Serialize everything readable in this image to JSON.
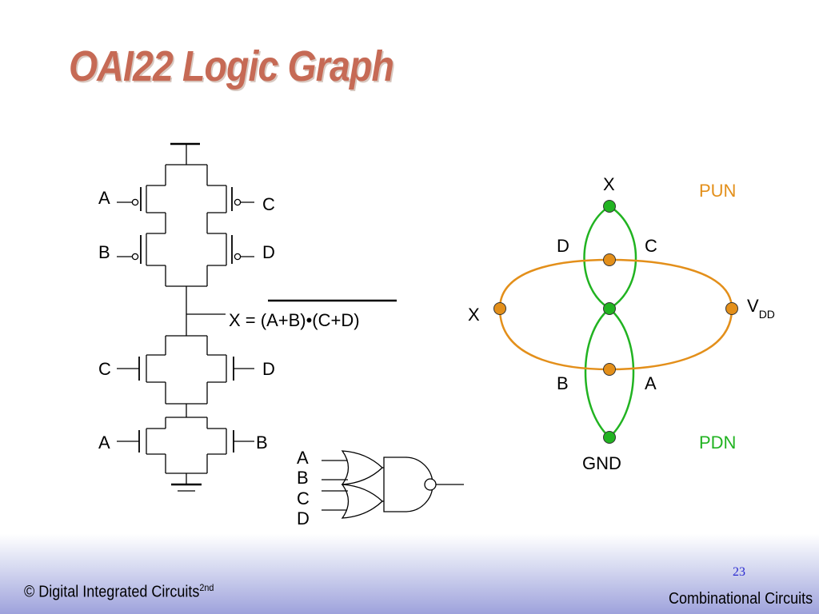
{
  "slide": {
    "title": "OAI22 Logic Graph",
    "footer": {
      "copyright": "© Digital Integrated Circuits",
      "edition": "2nd",
      "page_number": "23",
      "section": "Combinational Circuits"
    }
  },
  "schematic": {
    "pmos_top_left": "A",
    "pmos_top_right": "C",
    "pmos_bottom_left": "B",
    "pmos_bottom_right": "D",
    "nmos_top_left": "C",
    "nmos_top_right": "D",
    "nmos_bottom_left": "A",
    "nmos_bottom_right": "B",
    "output_equation": "X = (A+B)•(C+D)"
  },
  "gate": {
    "inputs": [
      "A",
      "B",
      "C",
      "D"
    ]
  },
  "logic_graph": {
    "pun_label": "PUN",
    "pdn_label": "PDN",
    "node_x_top": "X",
    "node_x_left": "X",
    "node_vdd": "V",
    "node_vdd_sub": "DD",
    "node_gnd": "GND",
    "edge_d": "D",
    "edge_c": "C",
    "edge_b": "B",
    "edge_a": "A",
    "colors": {
      "pun": "#e38f1a",
      "pdn": "#21b321",
      "node_outline": "#333333"
    }
  }
}
